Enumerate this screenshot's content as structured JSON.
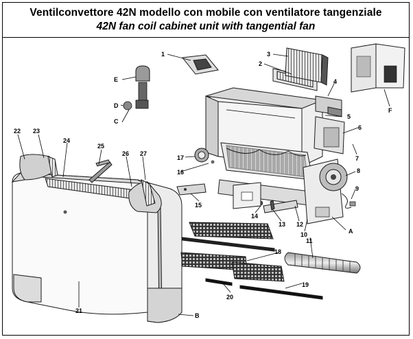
{
  "header": {
    "title_it": "Ventilconvettore 42N modello con mobile con ventilatore tangenziale",
    "title_en": "42N  fan coil cabinet unit with tangential fan"
  },
  "callouts": {
    "c1": "1",
    "c2": "2",
    "c3": "3",
    "c4": "4",
    "c5": "5",
    "c6": "6",
    "c7": "7",
    "c8": "8",
    "c9": "9",
    "c10": "10",
    "c11": "11",
    "c12": "12",
    "c13": "13",
    "c14": "14",
    "c15": "15",
    "c16": "16",
    "c17": "17",
    "c18": "18",
    "c19": "19",
    "c20": "20",
    "c21": "21",
    "c22": "22",
    "c23": "23",
    "c24": "24",
    "c25": "25",
    "c26": "26",
    "c27": "27",
    "cA": "A",
    "cB": "B",
    "cC": "C",
    "cD": "D",
    "cE": "E",
    "cF": "F"
  }
}
